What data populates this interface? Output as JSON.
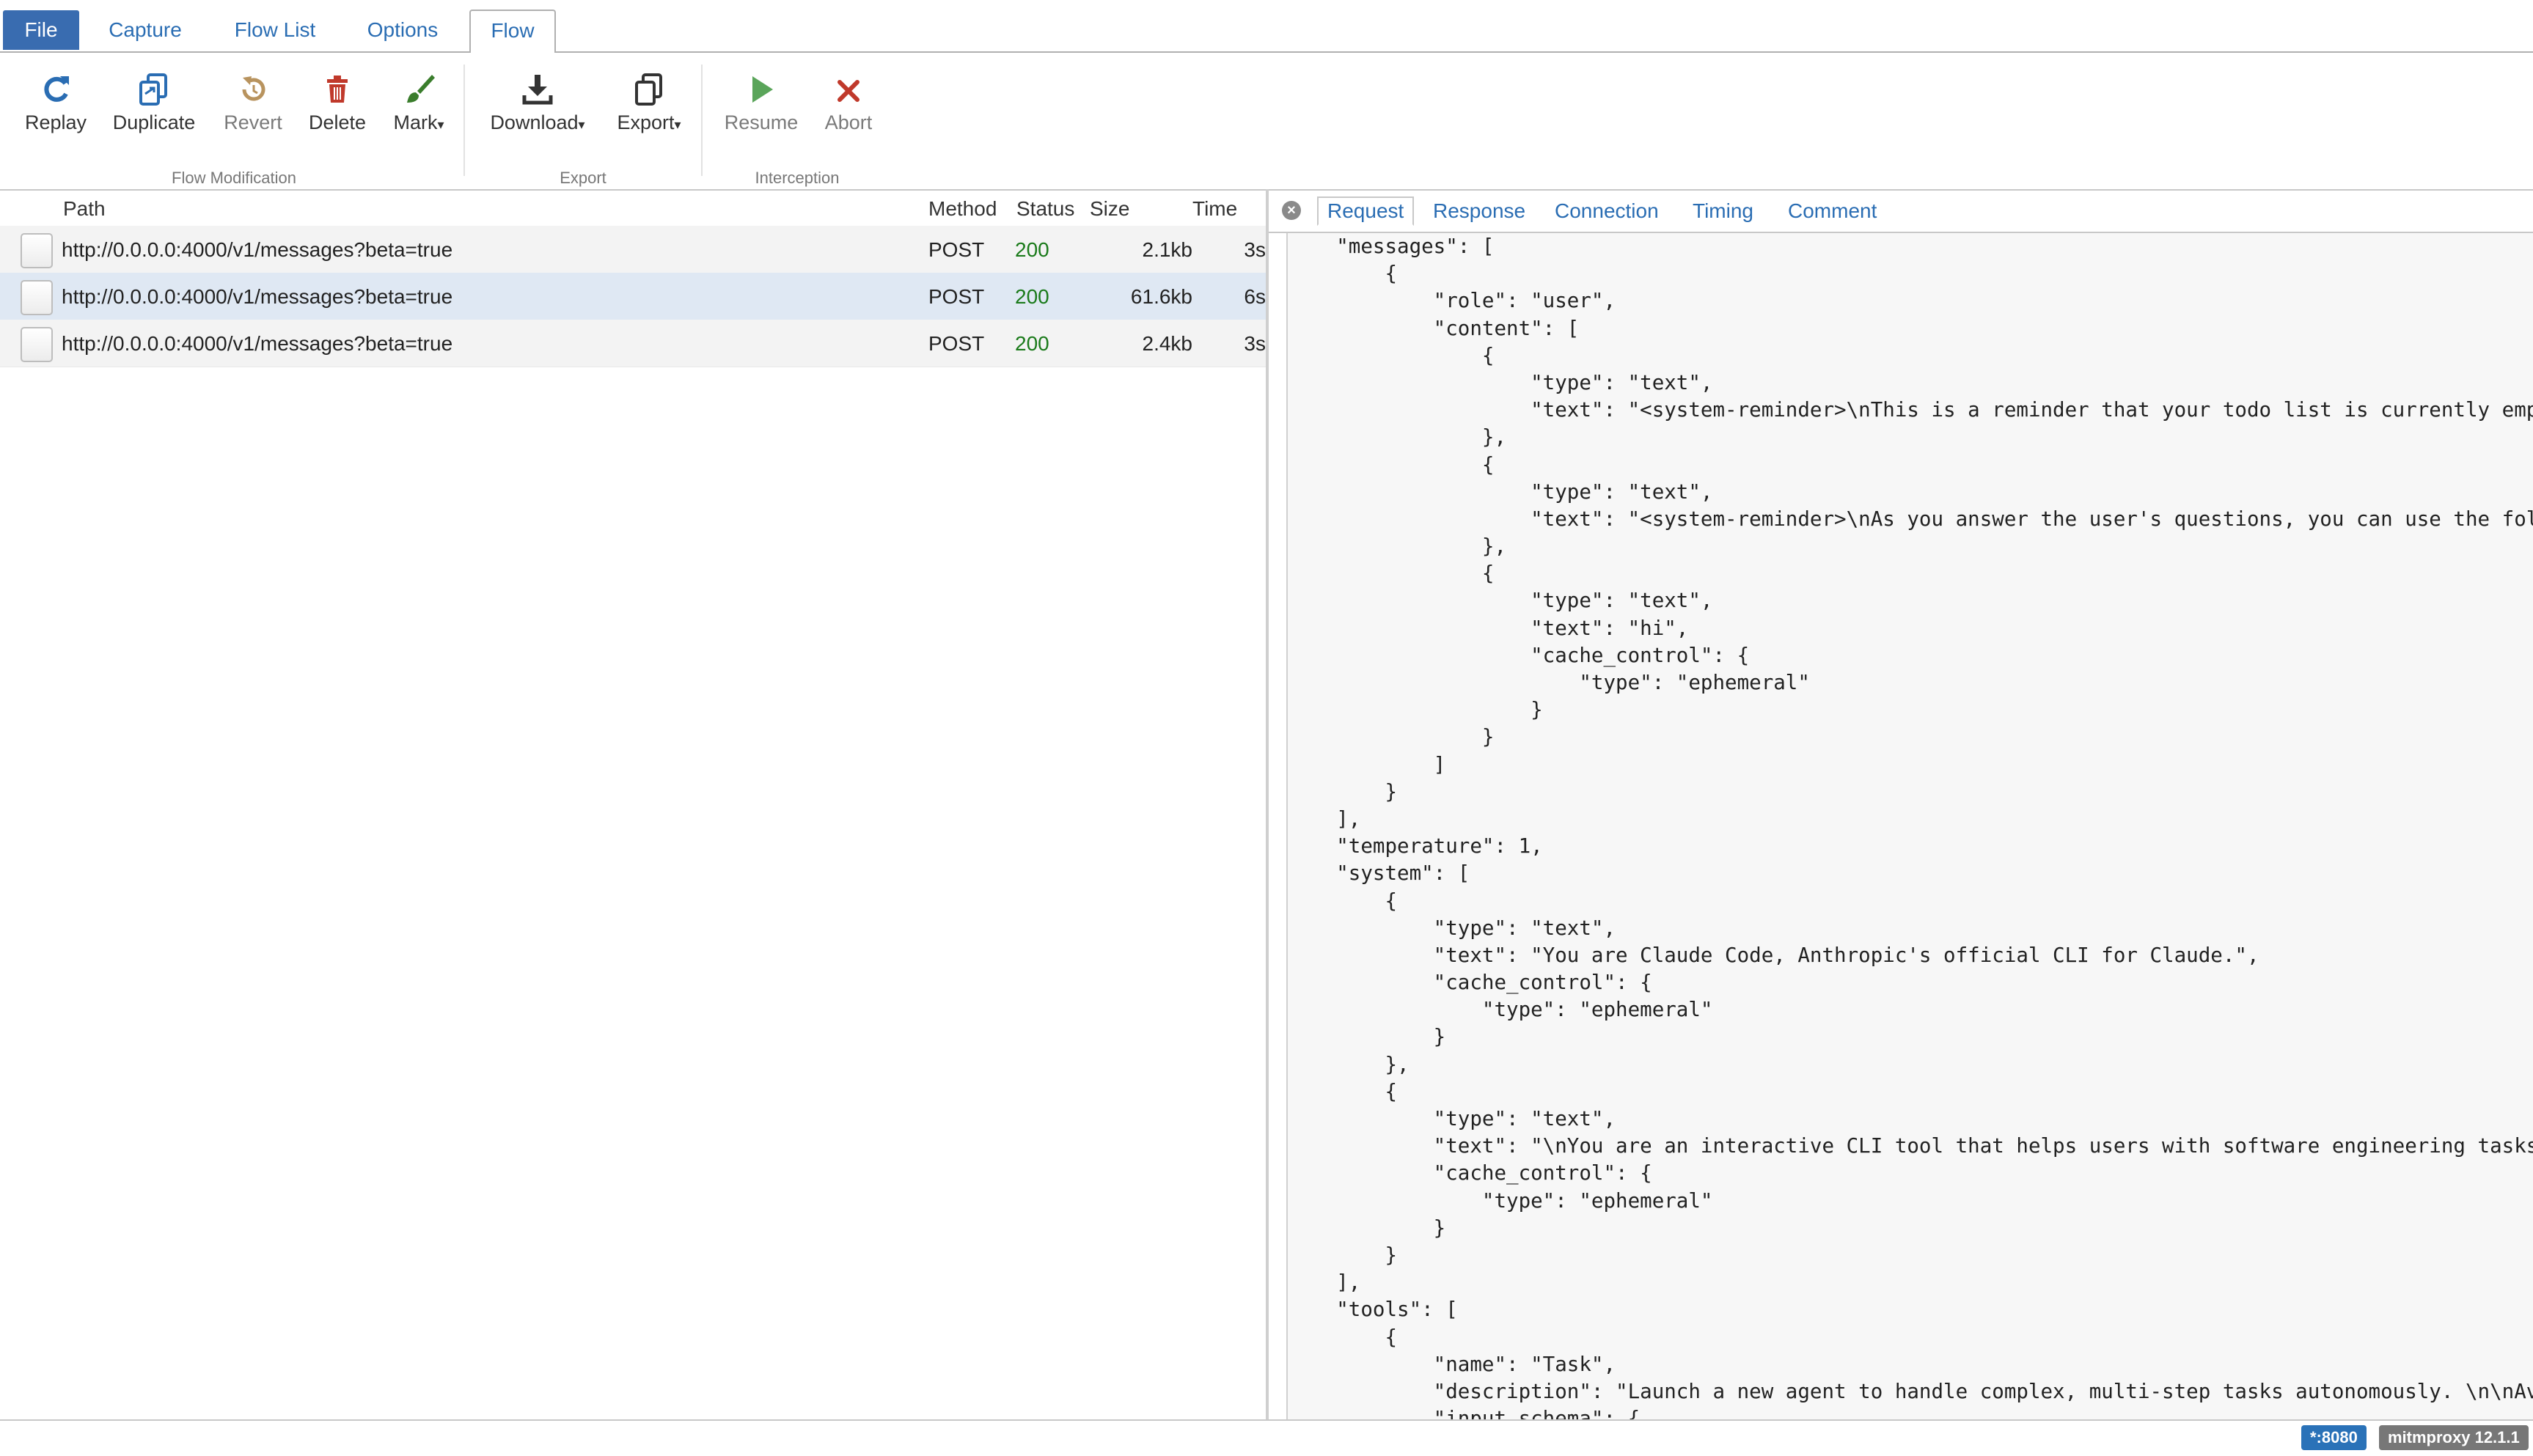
{
  "menu": {
    "tabs": [
      {
        "label": "File"
      },
      {
        "label": "Capture"
      },
      {
        "label": "Flow List"
      },
      {
        "label": "Options"
      },
      {
        "label": "Flow"
      }
    ]
  },
  "ribbon": {
    "buttons": {
      "replay": "Replay",
      "duplicate": "Duplicate",
      "revert": "Revert",
      "delete": "Delete",
      "mark": "Mark",
      "download": "Download",
      "export": "Export",
      "resume": "Resume",
      "abort": "Abort"
    },
    "dropdown_caret": "▾",
    "groups": {
      "flow_modification": "Flow Modification",
      "export": "Export",
      "interception": "Interception"
    }
  },
  "flow_table": {
    "columns": {
      "path": "Path",
      "method": "Method",
      "status": "Status",
      "size": "Size",
      "time": "Time"
    },
    "rows": [
      {
        "path": "http://0.0.0.0:4000/v1/messages?beta=true",
        "method": "POST",
        "status": "200",
        "size": "2.1kb",
        "time": "3s"
      },
      {
        "path": "http://0.0.0.0:4000/v1/messages?beta=true",
        "method": "POST",
        "status": "200",
        "size": "61.6kb",
        "time": "6s"
      },
      {
        "path": "http://0.0.0.0:4000/v1/messages?beta=true",
        "method": "POST",
        "status": "200",
        "size": "2.4kb",
        "time": "3s"
      }
    ]
  },
  "detail": {
    "close_glyph": "×",
    "tabs": {
      "request": "Request",
      "response": "Response",
      "connection": "Connection",
      "timing": "Timing",
      "comment": "Comment"
    },
    "code_lines": [
      "    \"messages\": [",
      "        {",
      "            \"role\": \"user\",",
      "            \"content\": [",
      "                {",
      "                    \"type\": \"text\",",
      "                    \"text\": \"<system-reminder>\\nThis is a reminder that your todo list is currently empty.",
      "                },",
      "                {",
      "                    \"type\": \"text\",",
      "                    \"text\": \"<system-reminder>\\nAs you answer the user's questions, you can use the follow",
      "                },",
      "                {",
      "                    \"type\": \"text\",",
      "                    \"text\": \"hi\",",
      "                    \"cache_control\": {",
      "                        \"type\": \"ephemeral\"",
      "                    }",
      "                }",
      "            ]",
      "        }",
      "    ],",
      "    \"temperature\": 1,",
      "    \"system\": [",
      "        {",
      "            \"type\": \"text\",",
      "            \"text\": \"You are Claude Code, Anthropic's official CLI for Claude.\",",
      "            \"cache_control\": {",
      "                \"type\": \"ephemeral\"",
      "            }",
      "        },",
      "        {",
      "            \"type\": \"text\",",
      "            \"text\": \"\\nYou are an interactive CLI tool that helps users with software engineering tasks. U",
      "            \"cache_control\": {",
      "                \"type\": \"ephemeral\"",
      "            }",
      "        }",
      "    ],",
      "    \"tools\": [",
      "        {",
      "            \"name\": \"Task\",",
      "            \"description\": \"Launch a new agent to handle complex, multi-step tasks autonomously. \\n\\nAvail",
      "            \"input_schema\": {"
    ]
  },
  "footer": {
    "port": "*:8080",
    "version": "mitmproxy 12.1.1"
  },
  "colors": {
    "accent": "#2a6db3",
    "file_tab_bg": "#396cb0",
    "status_ok": "#1a7a1a",
    "selected_row": "#dfe8f3",
    "delete_icon": "#c0392b",
    "mark_icon": "#3a7d2c",
    "resume_icon": "#5aa55a",
    "abort_icon": "#c0392b"
  }
}
